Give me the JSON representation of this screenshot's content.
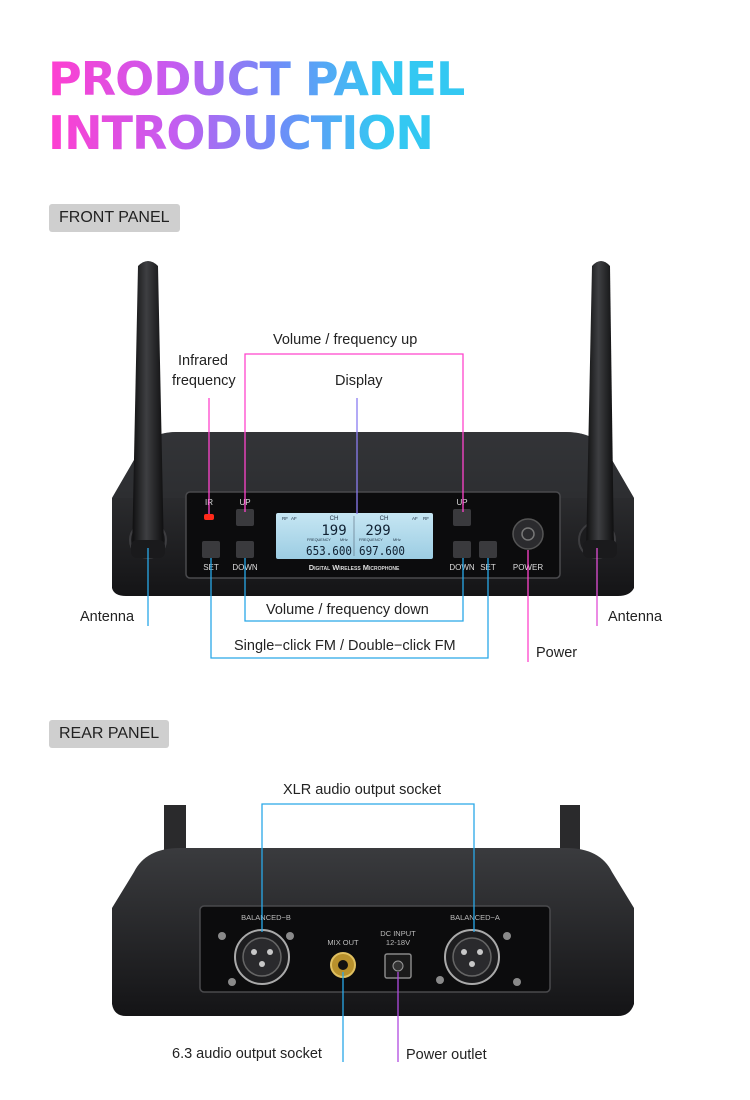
{
  "title": {
    "line1": "PRODUCT PANEL",
    "line2": "INTRODUCTION"
  },
  "front_panel": {
    "tag": "FRONT PANEL",
    "labels": {
      "volume_up": "Volume / frequency up",
      "infrared_line1": "Infrared",
      "infrared_line2": "frequency",
      "display": "Display",
      "antenna_left": "Antenna",
      "antenna_right": "Antenna",
      "volume_down": "Volume / frequency down",
      "single_double": "Single−click FM / Double−click FM",
      "power": "Power"
    },
    "device": {
      "ir": "IR",
      "up_left": "UP",
      "up_right": "UP",
      "set_left": "SET",
      "down_left": "DOWN",
      "down_right": "DOWN",
      "set_right": "SET",
      "power": "POWER",
      "brand": "Digital Wireless Microphone",
      "lcd": {
        "ch_label": "CH",
        "channel_a": "199",
        "channel_b": "299",
        "freq_label": "FREQUENCY",
        "mhz": "MHz",
        "af": "AF",
        "rf": "RF",
        "freq_a": "653.600",
        "freq_b": "697.600"
      }
    }
  },
  "rear_panel": {
    "tag": "REAR PANEL",
    "labels": {
      "xlr": "XLR audio output socket",
      "socket_63": "6.3 audio output socket",
      "power_outlet": "Power outlet"
    },
    "device": {
      "balanced_b": "BALANCED−B",
      "balanced_a": "BALANCED−A",
      "mix_out": "MIX OUT",
      "dc_input": "DC INPUT",
      "dc_voltage": "12-18V"
    }
  },
  "colors": {
    "pink": "#ff44cc",
    "purple": "#b04ce0",
    "blue": "#29a8e8",
    "magenta": "#e04fd6"
  }
}
